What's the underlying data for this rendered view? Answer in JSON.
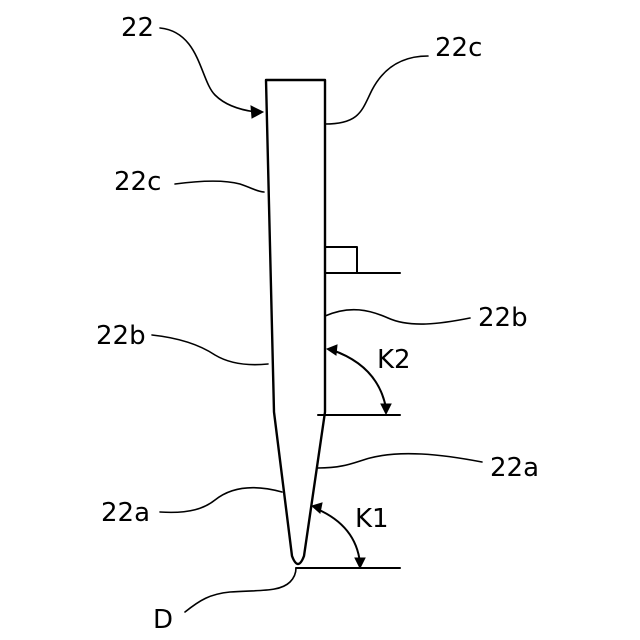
{
  "labels": {
    "main": "22",
    "end_face_right": "22c",
    "end_face_left": "22c",
    "middle_right": "22b",
    "middle_left": "22b",
    "taper_right": "22a",
    "taper_left": "22a",
    "angle_k2": "K2",
    "angle_k1": "K1",
    "tip": "D"
  }
}
